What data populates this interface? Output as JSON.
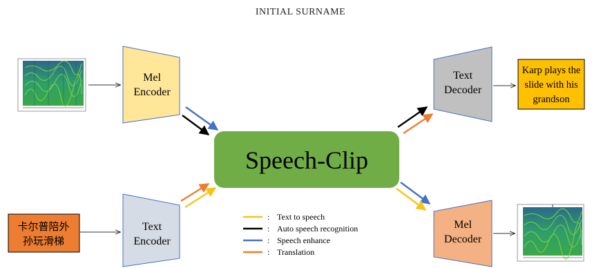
{
  "header": {
    "title": "INITIAL SURNAME"
  },
  "blocks": {
    "mel_encoder": {
      "line1": "Mel",
      "line2": "Encoder"
    },
    "text_encoder": {
      "line1": "Text",
      "line2": "Encoder"
    },
    "text_decoder": {
      "line1": "Text",
      "line2": "Decoder"
    },
    "mel_decoder": {
      "line1": "Mel",
      "line2": "Decoder"
    },
    "center": {
      "label": "Speech-Clip"
    }
  },
  "inputs": {
    "chinese_text": {
      "line1": "卡尔普陪外",
      "line2": "孙玩滑梯"
    }
  },
  "outputs": {
    "english_text": {
      "line1": "Karp plays the",
      "line2": "slide with his",
      "line3": "grandson"
    }
  },
  "legend": [
    {
      "label": "Text to speech",
      "color": "#f5c518"
    },
    {
      "label": "Auto speech recognition",
      "color": "#000000"
    },
    {
      "label": "Speech enhance",
      "color": "#4472c4"
    },
    {
      "label": "Translation",
      "color": "#ed7d31"
    }
  ],
  "legend_separator": ":",
  "colors": {
    "mel_encoder_fill": "#ffe699",
    "text_encoder_fill": "#d6dce5",
    "text_decoder_fill": "#c0c0c0",
    "mel_decoder_fill": "#f4b183",
    "center_fill": "#70ad47",
    "chinese_box_fill": "#ed7d31",
    "english_box_fill": "#ffc000",
    "block_stroke": "#4472c4"
  }
}
